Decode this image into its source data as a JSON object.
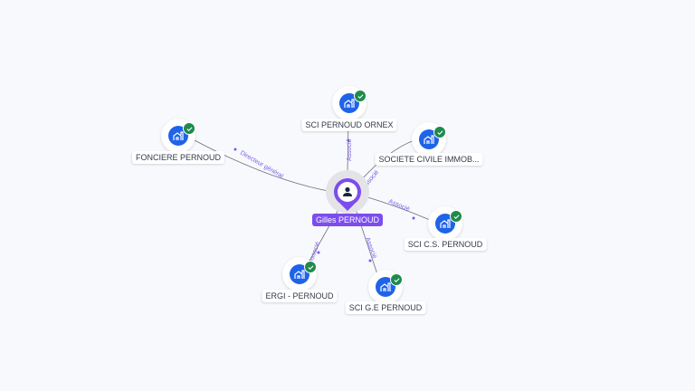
{
  "center": {
    "name": "Gilles PERNOUD",
    "icon": "person-icon"
  },
  "nodes": [
    {
      "name": "SCI PERNOUD ORNEX",
      "relation": "Associé"
    },
    {
      "name": "FONCIERE PERNOUD",
      "relation": "Directeur général"
    },
    {
      "name": "SOCIETE CIVILE IMMOB...",
      "relation": "Associé"
    },
    {
      "name": "SCI C.S. PERNOUD",
      "relation": "Associé"
    },
    {
      "name": "ERGI - PERNOUD",
      "relation": "Associé"
    },
    {
      "name": "SCI G.E PERNOUD",
      "relation": "Associé"
    }
  ],
  "colors": {
    "accent": "#7c4dee",
    "company": "#1f63e8",
    "verified": "#1f8a4c"
  }
}
